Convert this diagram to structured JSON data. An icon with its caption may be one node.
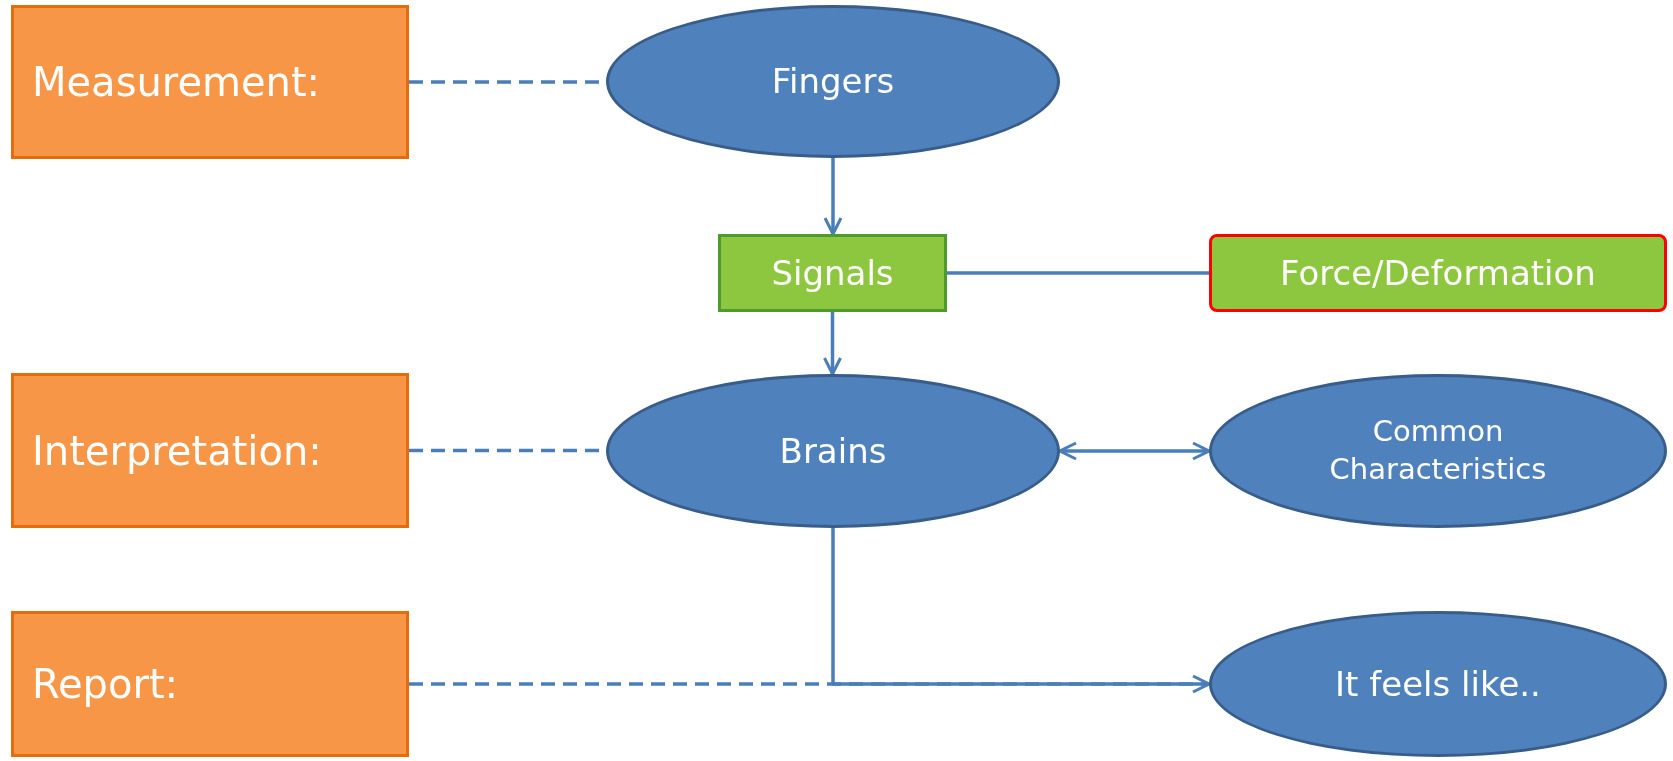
{
  "diagram": {
    "nodes": [
      {
        "text": [
          "Measurement:"
        ]
      },
      {
        "text": [
          "Fingers"
        ]
      },
      {
        "text": [
          "Signals"
        ]
      },
      {
        "text": [
          "Force/Deformation"
        ]
      },
      {
        "text": [
          "Interpretation:"
        ]
      },
      {
        "text": [
          "Brains"
        ]
      },
      {
        "text": [
          "Common Characteristics"
        ]
      },
      {
        "text": [
          "Report:"
        ]
      },
      {
        "text": [
          "It feels like.."
        ]
      }
    ],
    "edges": [
      {
        "from": 0,
        "to": 1,
        "arrow": "none",
        "style": "dashed"
      },
      {
        "from": 1,
        "to": 2,
        "arrow": "to"
      },
      {
        "from": 2,
        "to": 3,
        "arrow": "none"
      },
      {
        "from": 2,
        "to": 5,
        "arrow": "to"
      },
      {
        "from": 4,
        "to": 5,
        "arrow": "none",
        "style": "dashed"
      },
      {
        "from": 5,
        "to": 6,
        "arrow": "both"
      },
      {
        "from": 5,
        "to": 8,
        "arrow": "to"
      },
      {
        "from": 7,
        "to": 8,
        "arrow": "none",
        "style": "dashed"
      }
    ]
  }
}
